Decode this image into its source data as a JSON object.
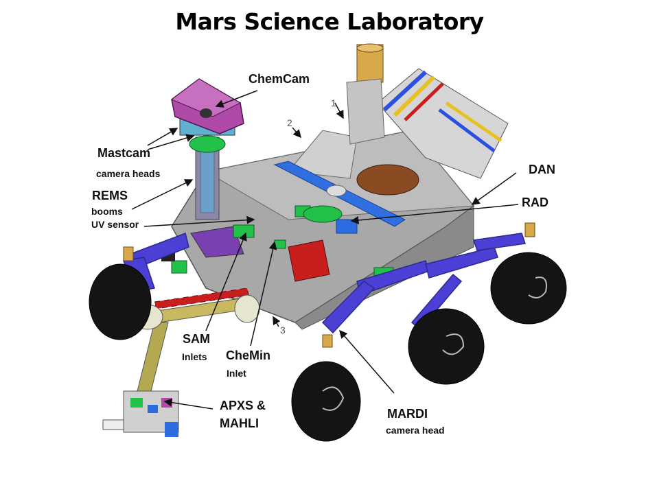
{
  "title": "Mars Science Laboratory",
  "labels": {
    "chemcam": "ChemCam",
    "mastcam": "Mastcam",
    "mastcam_sub": "camera heads",
    "rems": "REMS",
    "rems_booms": "booms",
    "rems_uv": "UV sensor",
    "dan": "DAN",
    "rad": "RAD",
    "sam": "SAM",
    "sam_sub": "Inlets",
    "chemin": "CheMin",
    "chemin_sub": "Inlet",
    "apxs": "APXS &",
    "mahli": "MAHLI",
    "mardi": "MARDI",
    "mardi_sub": "camera head",
    "n1": "1",
    "n2": "2",
    "n3": "3"
  },
  "colors": {
    "chemcam_box": "#b04aa8",
    "wheel": "#141414",
    "suspension": "#4b3fd6",
    "deck": "#9a9a9a",
    "accent_green": "#22c24a",
    "accent_blue": "#2b6de0",
    "accent_red": "#c81e1e",
    "accent_yellow": "#e8c020"
  }
}
